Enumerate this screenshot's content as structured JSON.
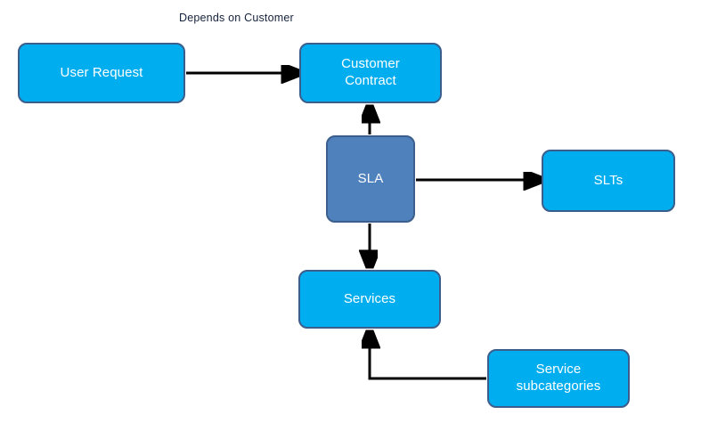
{
  "diagram": {
    "title_label": "Depends on Customer",
    "background": "#FFFFFF",
    "palette": {
      "node_fill_primary": "#00AEEF",
      "node_fill_secondary": "#4F81BD",
      "node_border": "#3B5E8C",
      "node_text": "#FFFFFF",
      "label_text": "#15223B",
      "connector": "#000000"
    },
    "nodes": [
      {
        "id": "user-request",
        "label": "User Request",
        "style": "cyan"
      },
      {
        "id": "customer-contract",
        "label": "Customer\nContract",
        "style": "cyan"
      },
      {
        "id": "sla",
        "label": "SLA",
        "style": "steel"
      },
      {
        "id": "slts",
        "label": "SLTs",
        "style": "cyan"
      },
      {
        "id": "services",
        "label": "Services",
        "style": "cyan"
      },
      {
        "id": "service-subcategories",
        "label": "Service\nsubcategories",
        "style": "cyan"
      }
    ],
    "connectors": [
      {
        "id": "user-request-to-customer-contract",
        "from": "user-request",
        "to": "customer-contract",
        "kind": "straight-horizontal",
        "arrow": "end"
      },
      {
        "id": "sla-to-customer-contract",
        "from": "sla",
        "to": "customer-contract",
        "kind": "straight-vertical",
        "arrow": "end"
      },
      {
        "id": "sla-to-slts",
        "from": "sla",
        "to": "slts",
        "kind": "straight-horizontal",
        "arrow": "end"
      },
      {
        "id": "sla-to-services",
        "from": "sla",
        "to": "services",
        "kind": "straight-vertical",
        "arrow": "end"
      },
      {
        "id": "service-subcategories-to-services",
        "from": "service-subcategories",
        "to": "services",
        "kind": "elbow",
        "arrow": "end"
      }
    ]
  }
}
